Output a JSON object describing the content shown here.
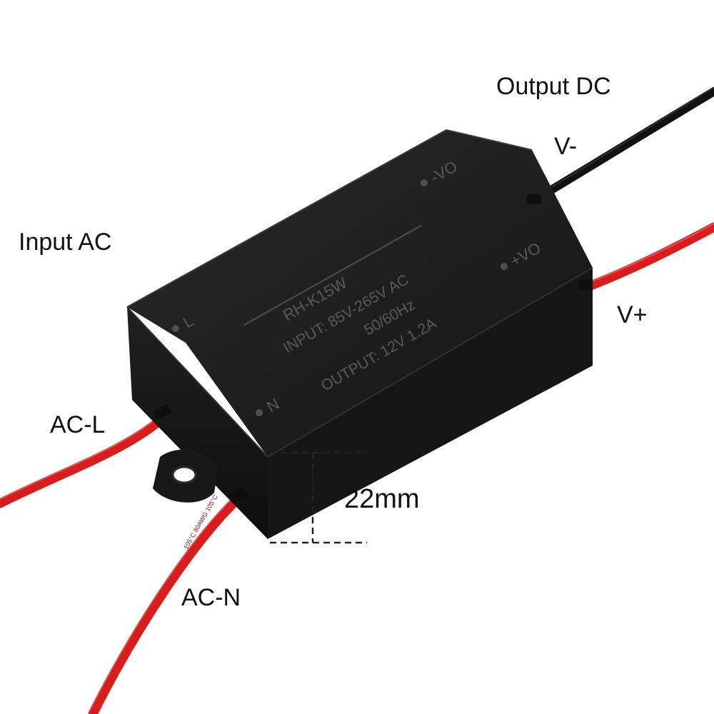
{
  "callouts": {
    "input_ac": "Input AC",
    "output_dc": "Output DC",
    "v_minus": "V-",
    "v_plus": "V+",
    "ac_l": "AC-L",
    "ac_n": "AC-N",
    "height_dimension": "22mm"
  },
  "module_print": {
    "model": "RH-K15W",
    "input_line": "INPUT: 85V-265V AC",
    "frequency_line": "50/60Hz",
    "output_line": "OUTPUT: 12V 1.2A",
    "terminal_l": "L",
    "terminal_n": "N",
    "terminal_neg": "-VO",
    "terminal_pos": "+VO"
  },
  "wire_print": "105°C 80AWG 105°C",
  "colors": {
    "background": "#ffffff",
    "housing": "#1c1c1c",
    "printing": "#5a5a5a",
    "red_wire": "#d81d1d",
    "black_wire": "#111111",
    "label_text": "#111111"
  }
}
